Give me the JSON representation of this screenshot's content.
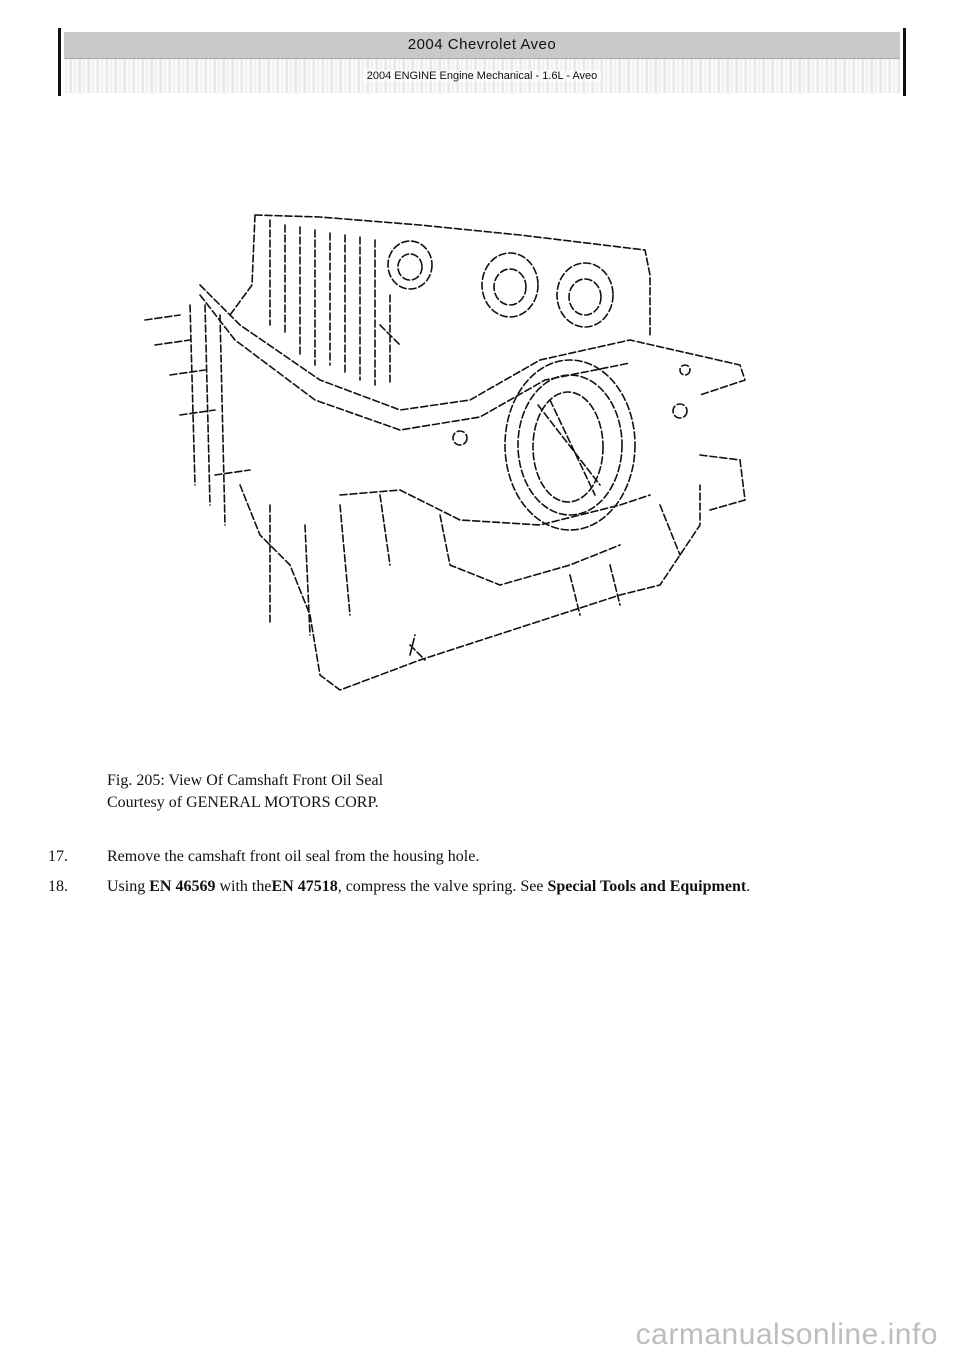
{
  "header": {
    "title": "2004 Chevrolet Aveo",
    "subtitle": "2004 ENGINE Engine Mechanical - 1.6L - Aveo"
  },
  "figure": {
    "subject": "cylinder-block-camshaft-front-oil-seal"
  },
  "caption": {
    "line1": "Fig. 205: View Of Camshaft Front Oil Seal",
    "line2": "Courtesy of GENERAL MOTORS CORP."
  },
  "steps": [
    {
      "num": "17.",
      "text": "Remove the camshaft front oil seal from the housing hole."
    },
    {
      "num": "18.",
      "pre": "Using ",
      "tool1": "EN 46569",
      "mid": " with the",
      "tool2": "EN 47518",
      "post": ", compress the valve spring. See ",
      "link": "Special Tools and Equipment",
      "end": "."
    }
  ],
  "watermark": "carmanualsonline.info"
}
